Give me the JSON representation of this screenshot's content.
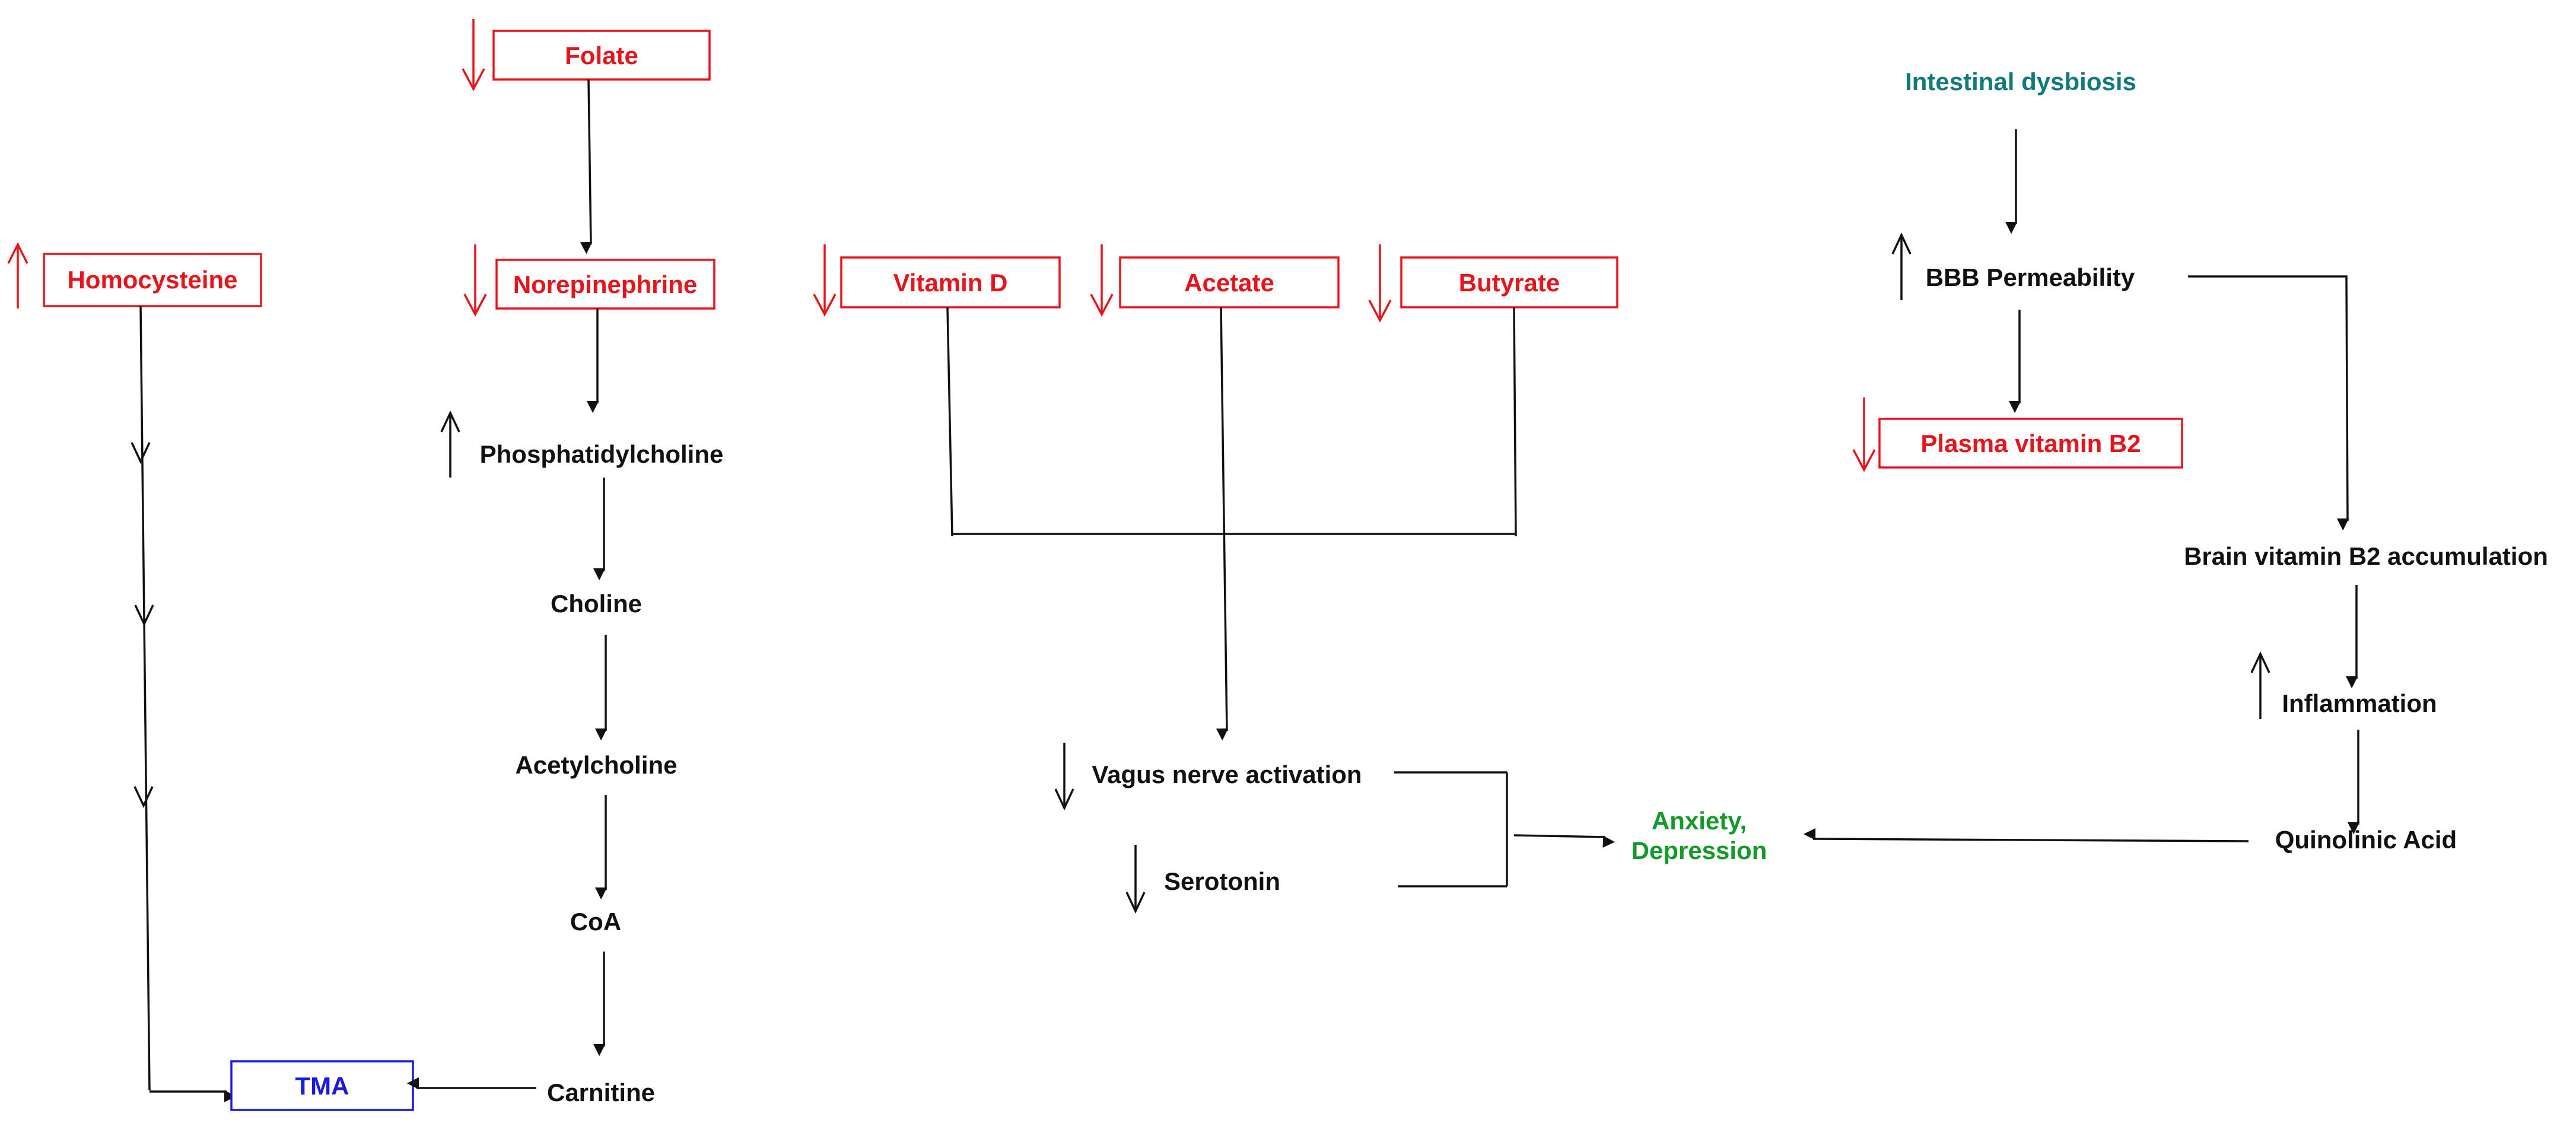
{
  "nodes": {
    "folate": "Folate",
    "homocysteine": "Homocysteine",
    "norepinephrine": "Norepinephrine",
    "vitamin_d": "Vitamin D",
    "acetate": "Acetate",
    "butyrate": "Butyrate",
    "phosphatidylcholine": "Phosphatidylcholine",
    "choline": "Choline",
    "acetylcholine": "Acetylcholine",
    "coa": "CoA",
    "carnitine": "Carnitine",
    "tma": "TMA",
    "vagus_nerve": "Vagus nerve activation",
    "serotonin": "Serotonin",
    "anxiety_line1": "Anxiety,",
    "anxiety_line2": "Depression",
    "intestinal_dysbiosis": "Intestinal dysbiosis",
    "bbb_permeability": "BBB Permeability",
    "plasma_b2": "Plasma vitamin B2",
    "brain_b2": "Brain vitamin B2 accumulation",
    "inflammation": "Inflammation",
    "quinolinic_acid": "Quinolinic Acid"
  },
  "indicators": {
    "folate": "down",
    "homocysteine": "up",
    "norepinephrine": "down",
    "vitamin_d": "down",
    "acetate": "down",
    "butyrate": "down",
    "phosphatidylcholine": "up",
    "vagus_nerve": "down",
    "serotonin": "down",
    "bbb_permeability": "up",
    "plasma_b2": "down",
    "inflammation": "up"
  },
  "colors": {
    "decreased_box": "#e8141c",
    "end_product_box": "#1a1ae6",
    "origin_label": "#117a7a",
    "outcome_label": "#139a2a",
    "neutral": "#111111"
  }
}
